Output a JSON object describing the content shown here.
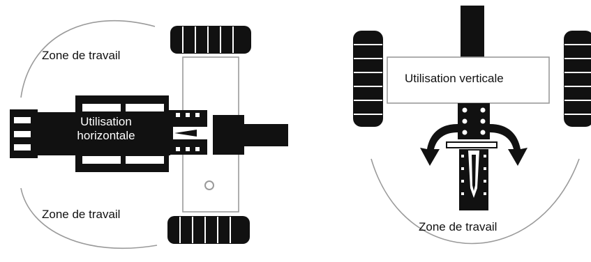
{
  "left": {
    "zone_top": "Zone de travail",
    "zone_bottom": "Zone de travail",
    "usage_line1": "Utilisation",
    "usage_line2": "horizontale"
  },
  "right": {
    "usage": "Utilisation verticale",
    "zone": "Zone de travail"
  },
  "colors": {
    "machine": "#111111",
    "outline": "#9a9a9a",
    "background": "#ffffff"
  }
}
